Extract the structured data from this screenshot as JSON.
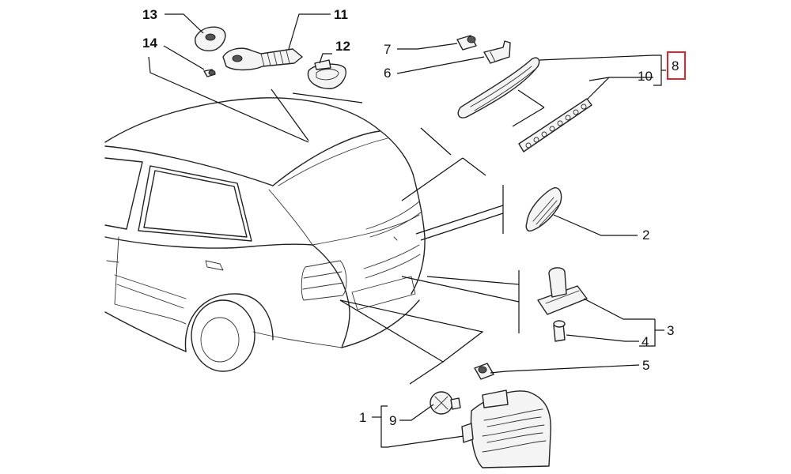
{
  "callouts": {
    "c1": "1",
    "c2": "2",
    "c3": "3",
    "c4": "4",
    "c5": "5",
    "c6": "6",
    "c7": "7",
    "c8": "8",
    "c9": "9",
    "c10": "10",
    "c11": "11",
    "c12": "12",
    "c13": "13",
    "c14": "14"
  },
  "colors": {
    "line": "#222222",
    "highlight": "#e0262a",
    "background": "#ffffff"
  },
  "highlighted_callout": "8"
}
